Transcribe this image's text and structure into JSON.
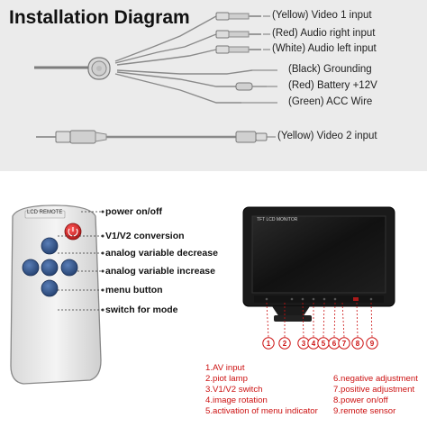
{
  "title": "Installation Diagram",
  "wires": [
    "(Yellow) Video 1 input",
    "(Red) Audio right input",
    "(White) Audio left input",
    "(Black) Grounding",
    "(Red) Battery +12V",
    "(Green) ACC Wire",
    "(Yellow) Video 2 input"
  ],
  "remote": {
    "brand_text": "LCD REMOTE",
    "callouts": [
      "power on/off",
      "V1/V2 conversion",
      "analog variable decrease",
      "analog variable increase",
      "menu button",
      "switch for mode"
    ]
  },
  "monitor": {
    "screen_text": "TFT LCD MONITOR",
    "button_numbers": [
      "1",
      "2",
      "3",
      "4",
      "5",
      "6",
      "7",
      "8",
      "9"
    ]
  },
  "legend_left": [
    "1.AV input",
    "2.piot lamp",
    "3.V1/V2 switch",
    "4.image rotation",
    "5.activation of menu indicator"
  ],
  "legend_right": [
    "6.negative adjustment",
    "7.positive adjustment",
    "8.power on/off",
    "9.remote sensor"
  ],
  "colors": {
    "accent_red": "#cc1111",
    "remote_button_blue": "#2c4f86",
    "power_button_red": "#d42020",
    "top_panel_bg": "#ebebeb"
  }
}
